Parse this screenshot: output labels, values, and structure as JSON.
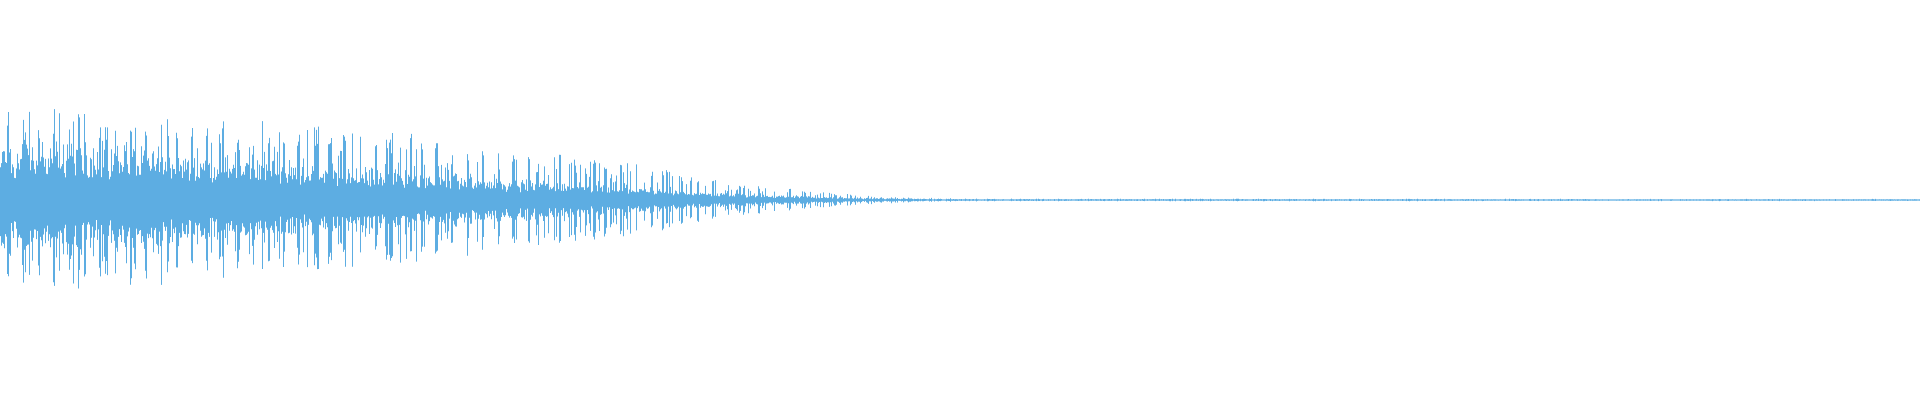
{
  "waveform": {
    "color": "#5dade2",
    "background": "#ffffff",
    "envelope": [
      {
        "t": 0.0,
        "peak": 0.52,
        "body": 0.26
      },
      {
        "t": 0.05,
        "peak": 0.5,
        "body": 0.24
      },
      {
        "t": 0.1,
        "peak": 0.46,
        "body": 0.22
      },
      {
        "t": 0.15,
        "peak": 0.42,
        "body": 0.19
      },
      {
        "t": 0.2,
        "peak": 0.38,
        "body": 0.15
      },
      {
        "t": 0.25,
        "peak": 0.32,
        "body": 0.11
      },
      {
        "t": 0.3,
        "peak": 0.25,
        "body": 0.08
      },
      {
        "t": 0.35,
        "peak": 0.16,
        "body": 0.05
      },
      {
        "t": 0.4,
        "peak": 0.07,
        "body": 0.025
      },
      {
        "t": 0.45,
        "peak": 0.025,
        "body": 0.01
      },
      {
        "t": 0.5,
        "peak": 0.008,
        "body": 0.005
      },
      {
        "t": 1.0,
        "peak": 0.006,
        "body": 0.004
      }
    ]
  }
}
